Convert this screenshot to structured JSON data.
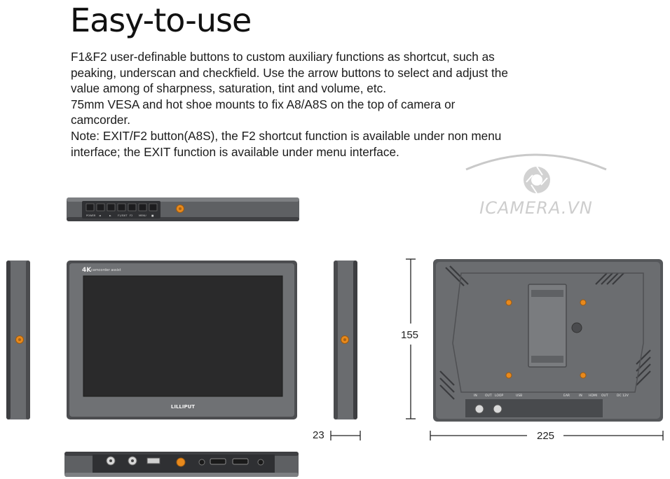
{
  "heading": "Easy-to-use",
  "description_lines": [
    "F1&F2 user-definable buttons to custom auxiliary functions as shortcut, such as",
    "peaking, underscan and checkfield. Use the arrow buttons to select and adjust the",
    "value among of sharpness, saturation, tint and volume, etc.",
    "75mm VESA and hot shoe mounts to fix A8/A8S on the top of camera or",
    "camcorder.",
    "Note: EXIT/F2 button(A8S), the F2 shortcut function is available under non menu",
    "interface; the EXIT function is available under menu interface."
  ],
  "watermark": "ICAMERA.VN",
  "front_badge": {
    "resolution": "4K",
    "subtitle": "camcorder assist"
  },
  "front_brand": "LILLIPUT",
  "button_labels": [
    "POWER",
    "◄",
    "►",
    "F1/EXIT",
    "F2",
    "MENU",
    "■"
  ],
  "back_port_labels": [
    "IN",
    "OUT",
    "LOOP",
    "USB",
    "EAR",
    "IN",
    "HDMI",
    "OUT",
    "DC 12V"
  ],
  "dimensions": {
    "depth": "23",
    "height": "155",
    "width": "225"
  },
  "colors": {
    "body": "#6b6d70",
    "body_dark": "#3c3d40",
    "screen": "#2a2a2a",
    "accent_orange": "#e8891c"
  }
}
